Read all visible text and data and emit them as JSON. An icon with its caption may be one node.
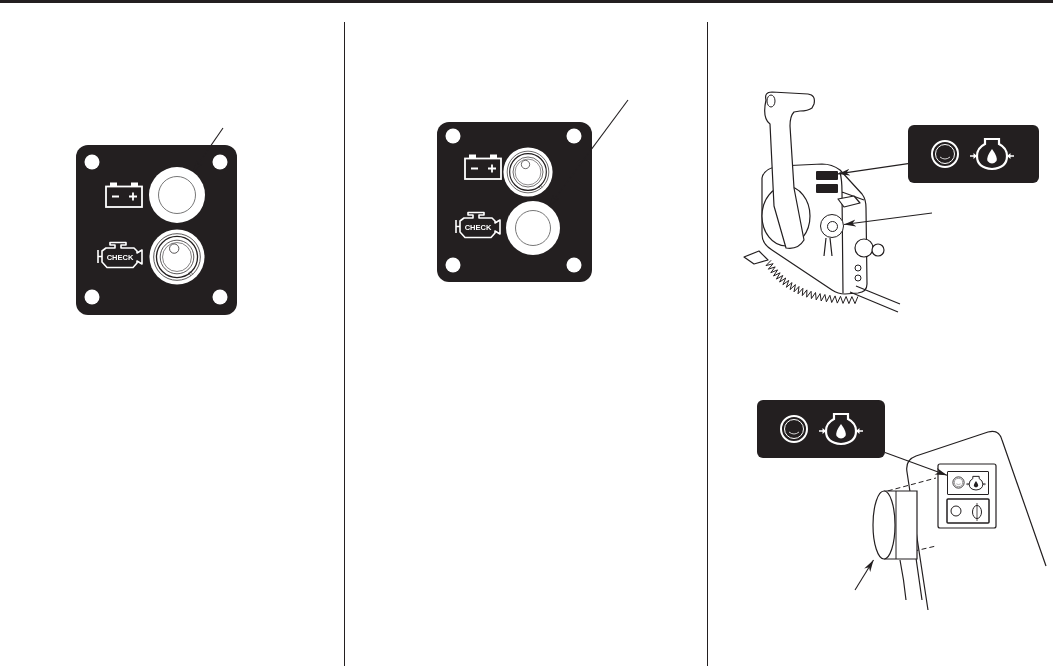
{
  "diagram": {
    "nodes": [
      {
        "text": [],
        "shape": "circle"
      },
      {
        "text": [],
        "shape": "circle"
      },
      {
        "text": [],
        "shape": "box"
      },
      {
        "text": [],
        "shape": "box"
      },
      {
        "text": [],
        "shape": "circle"
      },
      {
        "text": [],
        "shape": "box"
      },
      {
        "text": [],
        "shape": "box"
      },
      {
        "text": [],
        "shape": "cylinder"
      }
    ],
    "edges": [
      {
        "from": null,
        "to": 0,
        "arrow": "to"
      },
      {
        "from": null,
        "to": 1,
        "arrow": "to"
      },
      {
        "from": 2,
        "to": 3,
        "arrow": "to"
      },
      {
        "from": null,
        "to": 4,
        "arrow": "to"
      },
      {
        "from": 5,
        "to": 6,
        "arrow": "to"
      },
      {
        "from": null,
        "to": 7,
        "arrow": "to"
      }
    ],
    "labels": [
      "CHECK",
      "CHECK"
    ]
  }
}
